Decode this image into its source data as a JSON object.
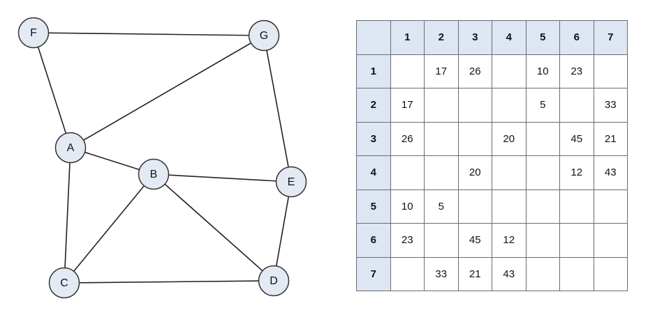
{
  "graph": {
    "nodes": [
      {
        "id": "F",
        "label": "F"
      },
      {
        "id": "G",
        "label": "G"
      },
      {
        "id": "A",
        "label": "A"
      },
      {
        "id": "B",
        "label": "B"
      },
      {
        "id": "E",
        "label": "E"
      },
      {
        "id": "C",
        "label": "C"
      },
      {
        "id": "D",
        "label": "D"
      }
    ],
    "edges": [
      [
        "F",
        "G"
      ],
      [
        "F",
        "A"
      ],
      [
        "A",
        "G"
      ],
      [
        "G",
        "E"
      ],
      [
        "A",
        "B"
      ],
      [
        "B",
        "E"
      ],
      [
        "A",
        "C"
      ],
      [
        "B",
        "C"
      ],
      [
        "B",
        "D"
      ],
      [
        "E",
        "D"
      ],
      [
        "C",
        "D"
      ]
    ]
  },
  "matrix": {
    "corner": "",
    "column_headers": [
      "1",
      "2",
      "3",
      "4",
      "5",
      "6",
      "7"
    ],
    "rows": [
      {
        "header": "1",
        "cells": [
          "",
          "17",
          "26",
          "",
          "10",
          "23",
          ""
        ]
      },
      {
        "header": "2",
        "cells": [
          "17",
          "",
          "",
          "",
          "5",
          "",
          "33"
        ]
      },
      {
        "header": "3",
        "cells": [
          "26",
          "",
          "",
          "20",
          "",
          "45",
          "21"
        ]
      },
      {
        "header": "4",
        "cells": [
          "",
          "",
          "20",
          "",
          "",
          "12",
          "43"
        ]
      },
      {
        "header": "5",
        "cells": [
          "10",
          "5",
          "",
          "",
          "",
          "",
          ""
        ]
      },
      {
        "header": "6",
        "cells": [
          "23",
          "",
          "45",
          "12",
          "",
          "",
          ""
        ]
      },
      {
        "header": "7",
        "cells": [
          "",
          "33",
          "21",
          "43",
          "",
          "",
          ""
        ]
      }
    ]
  },
  "colors": {
    "node_fill": "#e4eaf4",
    "header_fill": "#dde6f3",
    "line": "#222222"
  }
}
